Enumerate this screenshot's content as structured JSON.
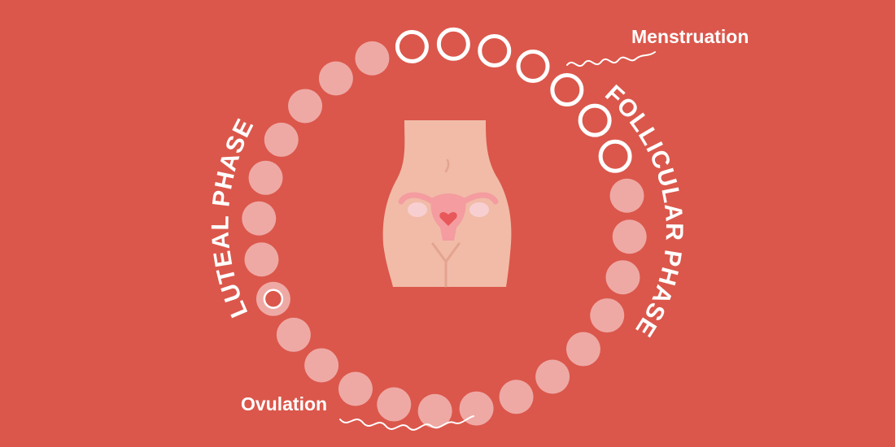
{
  "labels": {
    "menstruation": "Menstruation",
    "ovulation": "Ovulation",
    "luteal_phase": "LUTEAL PHASE",
    "follicular_phase": "FOLLICULAR PHASE"
  },
  "cycle": {
    "total_days": 28,
    "menstruation_days": 7,
    "ovulation_day_index": 20
  },
  "colors": {
    "background": "#db574b",
    "day_dot": "#eea9a5",
    "menstruation_ring": "#ffffff",
    "body_skin": "#f1bba8",
    "uterus": "#f49c9f",
    "ovary": "#f8cfd1",
    "heart": "#e8585a",
    "text": "#ffffff"
  }
}
